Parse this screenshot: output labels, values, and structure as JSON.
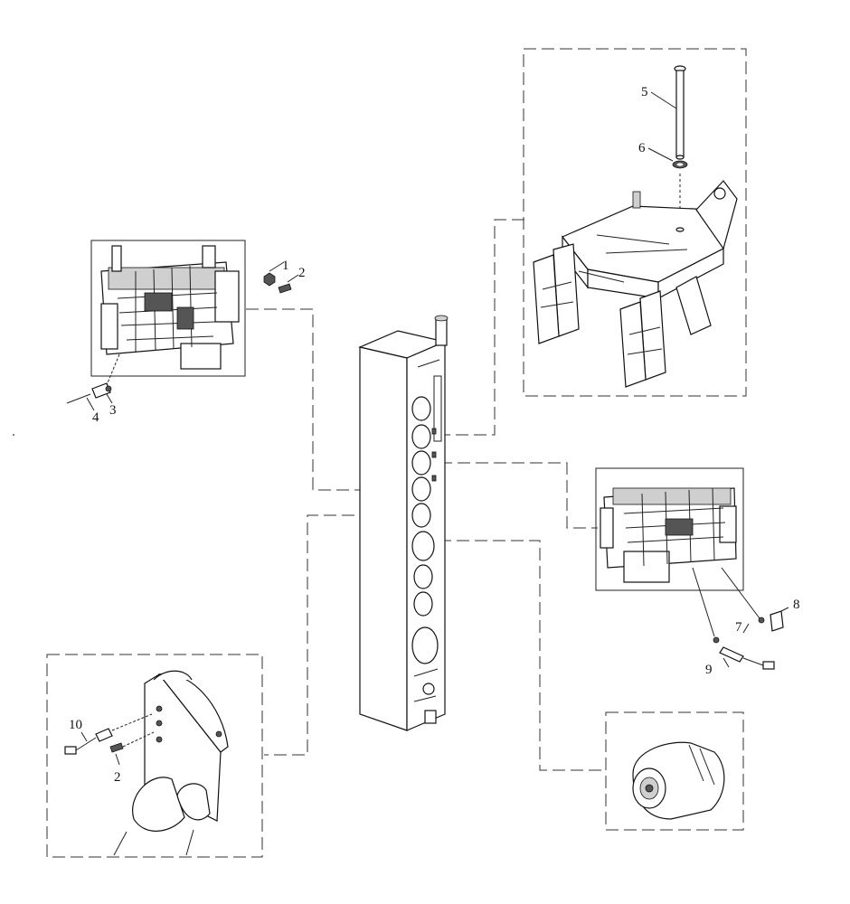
{
  "callouts": {
    "c1": "1",
    "c2a": "2",
    "c3": "3",
    "c4": "4",
    "c5": "5",
    "c6": "6",
    "c7": "7",
    "c8": "8",
    "c9": "9",
    "c10": "10",
    "c2b": "2"
  }
}
